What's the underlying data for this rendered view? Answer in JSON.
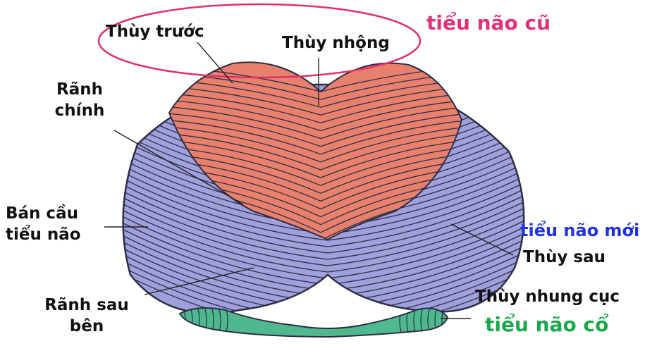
{
  "labels": {
    "thuy_truoc": "Thùy trước",
    "thuy_nhong": "Thùy nhộng",
    "ranh_chinh_line1": "Rãnh",
    "ranh_chinh_line2": "chính",
    "ban_cau_line1": "Bán cầu",
    "ban_cau_line2": "tiểu não",
    "ranh_sau_ben_line1": "Rãnh sau",
    "ranh_sau_ben_line2": "bên",
    "thuy_sau": "Thùy sau",
    "thuy_nhung_cuc": "Thùy nhung cục"
  },
  "tags": {
    "tieu_nao_cu": "tiểu não cũ",
    "tieu_nao_moi": "tiểu não mới",
    "tieu_nao_co": "tiểu não cổ"
  },
  "colors": {
    "anterior_lobe": "#e8806e",
    "posterior_lobe": "#a0a0dc",
    "flocculonodular_lobe": "#4fb88e",
    "fold_lines": "#2d2d45",
    "highlight_ellipse": "#e0306a",
    "tag_old": "#e0307a",
    "tag_new": "#2233dd",
    "tag_ancient": "#1ba84a"
  }
}
